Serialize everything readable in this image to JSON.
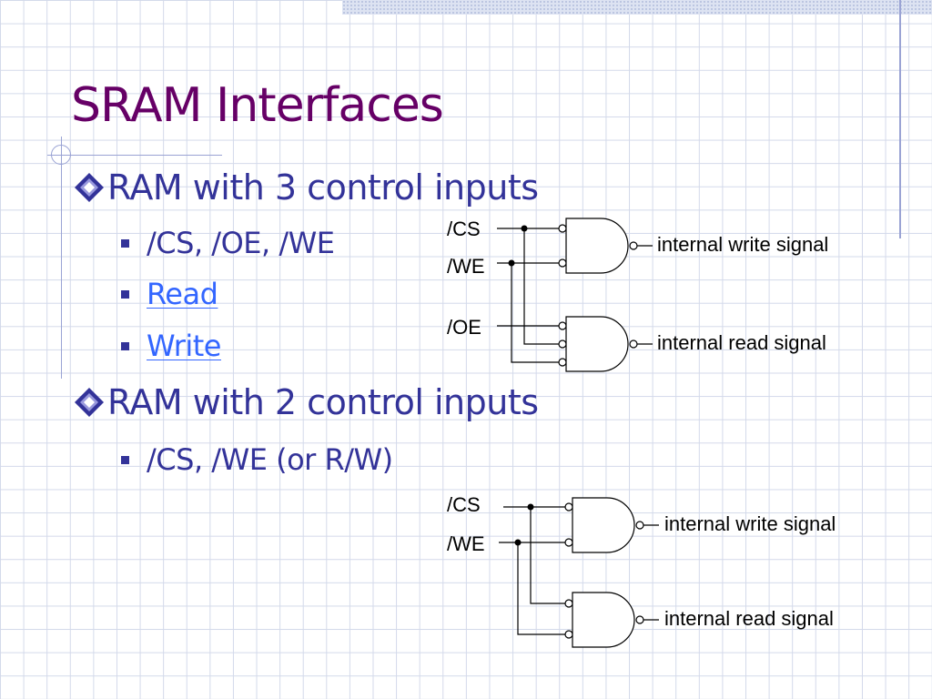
{
  "slide": {
    "title": "SRAM Interfaces",
    "bullets": [
      {
        "text": "RAM with 3 control inputs",
        "subitems": [
          {
            "text": "/CS, /OE, /WE",
            "link": false
          },
          {
            "text": "Read",
            "link": true
          },
          {
            "text": "Write",
            "link": true
          }
        ]
      },
      {
        "text": "RAM with 2 control inputs",
        "subitems": [
          {
            "text": "/CS, /WE (or R/W)",
            "link": false
          }
        ]
      }
    ]
  },
  "circuit3": {
    "inputs": {
      "cs": "/CS",
      "we": "/WE",
      "oe": "/OE"
    },
    "outputs": {
      "write": "internal write signal",
      "read": "internal read signal"
    }
  },
  "circuit2": {
    "inputs": {
      "cs": "/CS",
      "we": "/WE"
    },
    "outputs": {
      "write": "internal write signal",
      "read": "internal read signal"
    }
  },
  "colors": {
    "title": "#660066",
    "text": "#333399",
    "link": "#3366ff",
    "grid": "#d3d9ea",
    "decoration": "#9aa3d4"
  }
}
